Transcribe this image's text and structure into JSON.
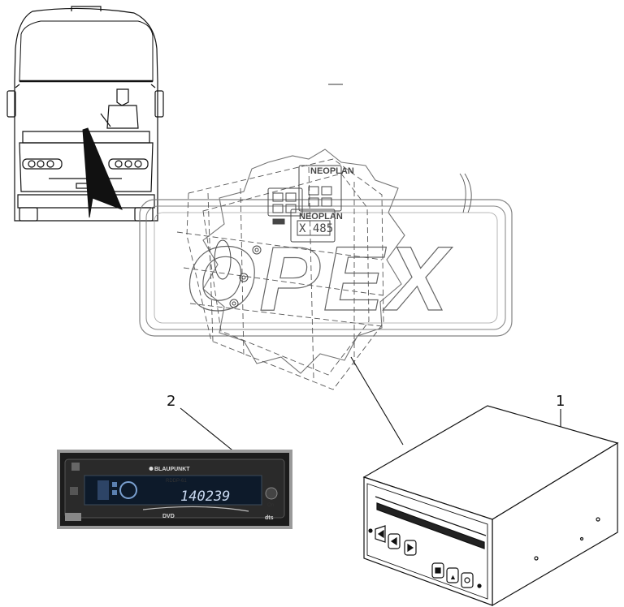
{
  "callouts": [
    {
      "id": "1",
      "label": "1"
    },
    {
      "id": "2",
      "label": "2"
    }
  ],
  "watermark": {
    "text": "OPEX",
    "decal_brand": "NEOPLAN",
    "decal_number": "X 485"
  },
  "radio_unit": {
    "brand": "BLAUPUNKT",
    "model": "RDDP-61",
    "display_time": "140239",
    "logo": "DVD",
    "badge": "dts",
    "power": "On"
  }
}
